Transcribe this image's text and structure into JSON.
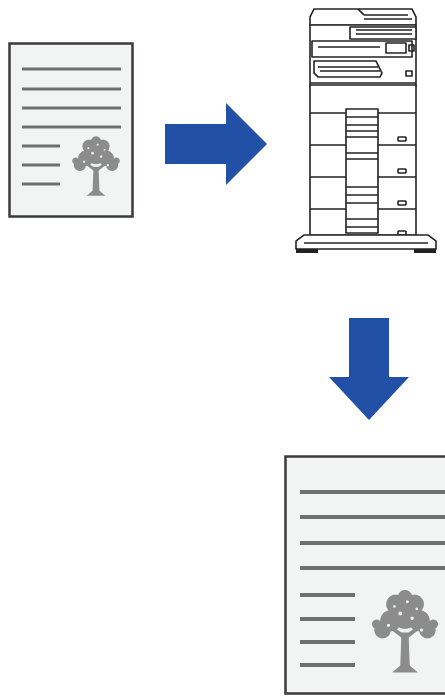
{
  "diagram": {
    "type": "copy-process",
    "colors": {
      "arrow": "#2150a6",
      "document_fill": "#f2f3f3",
      "document_border": "#3a3a3a",
      "text_lines": "#6f6f6f",
      "tree": "#8c8c8c",
      "machine_line": "#222222",
      "machine_fill": "#ffffff"
    },
    "source_document": {
      "icon": "document-icon",
      "text_lines_full": 4,
      "text_lines_short": 3,
      "has_image": true
    },
    "machine": {
      "icon": "copier-icon",
      "paper_trays": 4
    },
    "output_document": {
      "icon": "document-icon",
      "text_lines_full": 4,
      "text_lines_short": 4,
      "has_image": true
    },
    "arrows": [
      {
        "name": "right-arrow-icon",
        "direction": "right"
      },
      {
        "name": "down-arrow-icon",
        "direction": "down"
      }
    ]
  }
}
